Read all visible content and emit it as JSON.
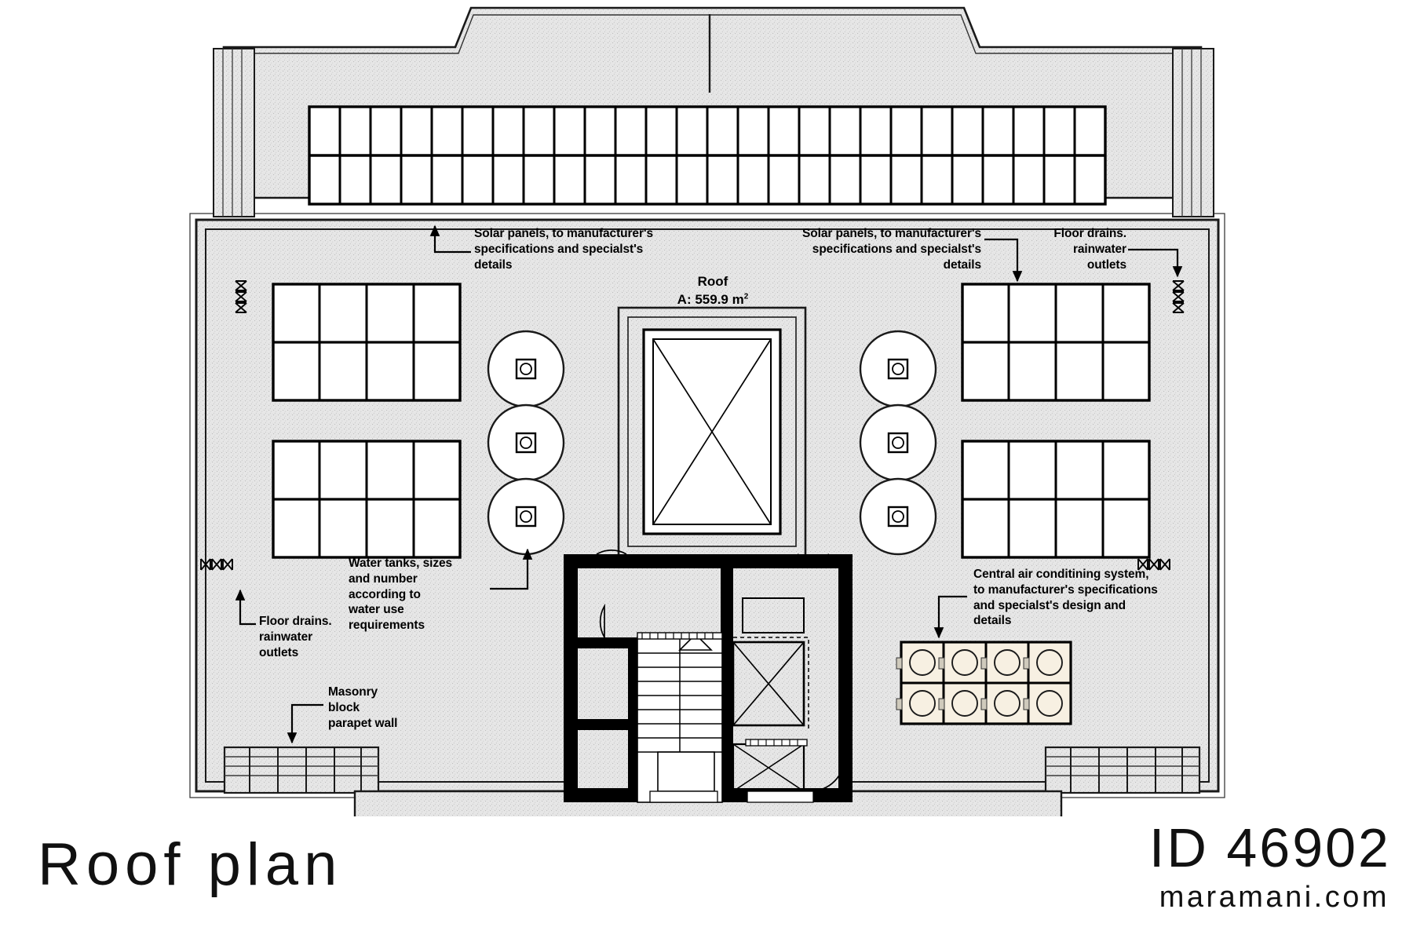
{
  "sheet": {
    "title": "Roof plan",
    "id_label": "ID 46902",
    "website": "maramani.com"
  },
  "room": {
    "name": "Roof",
    "area_prefix": "A: ",
    "area_value": "559.9",
    "area_unit": "m",
    "area_exponent": "2"
  },
  "annotations": [
    {
      "key": "solar-left",
      "text": "Solar panels, to manufacturer's\nspecifications and specialst's\ndetails"
    },
    {
      "key": "solar-right",
      "text": "Solar panels, to manufacturer's\nspecifications and specialst's\ndetails"
    },
    {
      "key": "floor-drains-top-right",
      "text": "Floor drains.\nrainwater\noutlets"
    },
    {
      "key": "water-tanks",
      "text": "Water tanks, sizes\nand number\naccording to\nwater use\nrequirements"
    },
    {
      "key": "floor-drains-bottom-left",
      "text": "Floor drains.\nrainwater\noutlets"
    },
    {
      "key": "masonry-parapet",
      "text": "Masonry\nblock\nparapet wall"
    },
    {
      "key": "central-ac",
      "text": "Central  air conditining system,\nto manufacturer's specifications\nand specialst's design and\ndetails"
    }
  ],
  "colors": {
    "roof_fill": "#e4e4e4",
    "line": "#000000",
    "ac_unit_fill": "#f7f0e2",
    "white": "#ffffff",
    "title_text": "#111111"
  },
  "elements": {
    "solar_array_top": {
      "name": "solar-panel-array-top",
      "columns": 26,
      "rows": 2
    },
    "solar_array_upper_left": {
      "name": "solar-panel-array-upper-left",
      "columns": 4,
      "rows": 2
    },
    "solar_array_lower_left": {
      "name": "solar-panel-array-lower-left",
      "columns": 4,
      "rows": 2
    },
    "solar_array_upper_right": {
      "name": "solar-panel-array-upper-right",
      "columns": 4,
      "rows": 2
    },
    "solar_array_lower_right": {
      "name": "solar-panel-array-lower-right",
      "columns": 4,
      "rows": 2
    },
    "water_tanks_left": {
      "name": "water-tank-group-left",
      "count": 3
    },
    "water_tanks_right": {
      "name": "water-tank-group-right",
      "count": 3
    },
    "ac_units": {
      "name": "ac-condenser-array",
      "columns": 4,
      "rows": 2
    },
    "floor_drains": {
      "name": "floor-drain-symbol",
      "count": 4
    },
    "skylight": {
      "name": "central-skylight"
    },
    "stair_core": {
      "name": "stair-core"
    }
  }
}
